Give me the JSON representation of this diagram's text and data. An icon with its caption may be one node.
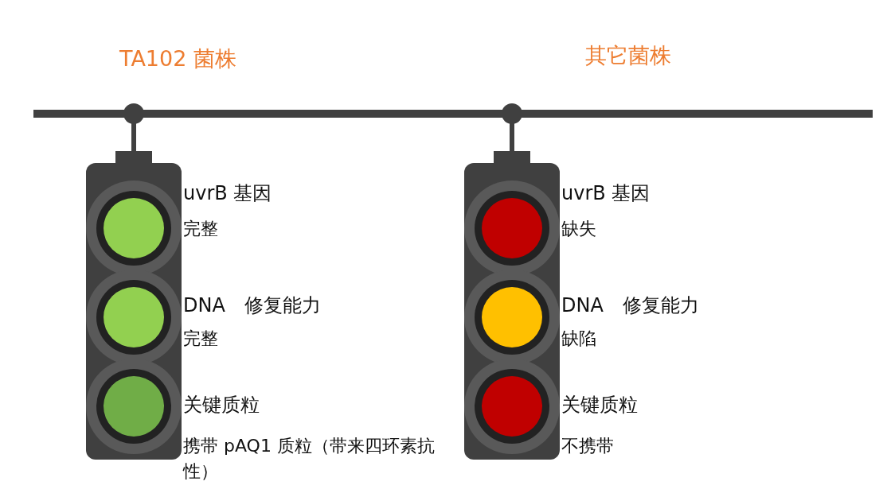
{
  "diagram": {
    "nodes": [
      {
        "text": [],
        "shape": "box"
      },
      {
        "text": [],
        "shape": "circle",
        "in": 0,
        "beside": [
          "uvrB 基因",
          "完整"
        ]
      },
      {
        "text": [],
        "shape": "circle",
        "in": 0,
        "beside": [
          "DNA　修复能力",
          "完整"
        ]
      },
      {
        "text": [],
        "shape": "circle",
        "in": 0,
        "beside": [
          "关键质粒",
          "携带 pAQ1 质粒（带来四环素抗性）"
        ]
      },
      {
        "text": [],
        "shape": "box"
      },
      {
        "text": [],
        "shape": "circle",
        "in": 4,
        "beside": [
          "uvrB 基因",
          "缺失"
        ]
      },
      {
        "text": [],
        "shape": "circle",
        "in": 4,
        "beside": [
          "DNA　修复能力",
          "缺陷"
        ]
      },
      {
        "text": [],
        "shape": "circle",
        "in": 4,
        "beside": [
          "关键质粒",
          "不携带"
        ]
      }
    ],
    "labels": [
      "TA102 菌株",
      "其它菌株"
    ]
  }
}
